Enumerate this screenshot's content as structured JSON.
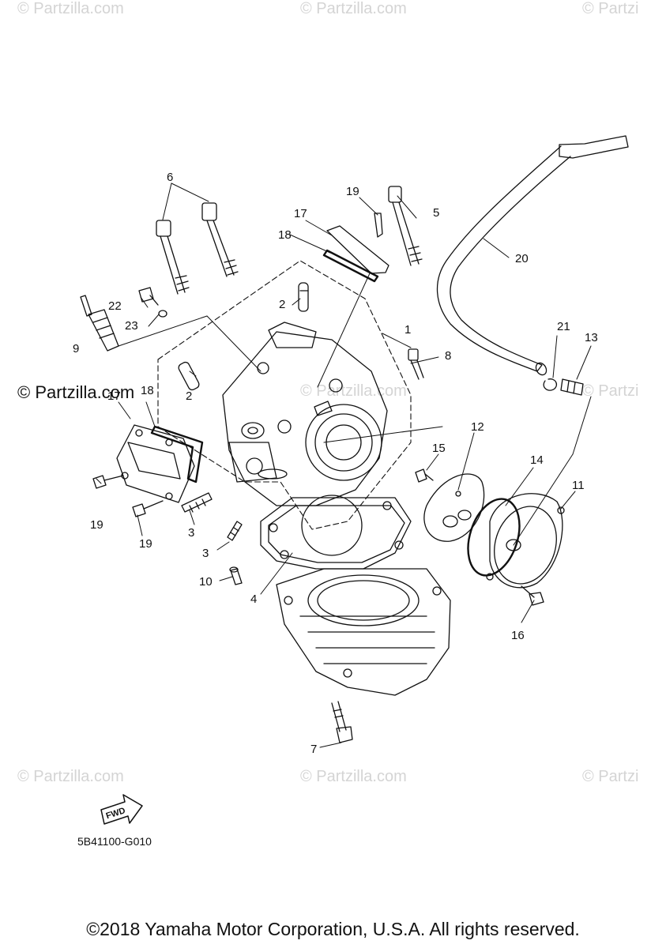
{
  "watermarks": {
    "top_left": "© Partzilla.com",
    "top_center": "© Partzilla.com",
    "top_right": "© Partzi",
    "mid_left": "© Partzilla.com",
    "mid_center": "© Partzilla.com",
    "mid_right": "© Partzi",
    "bottom_left": "© Partzilla.com",
    "bottom_center": "© Partzilla.com",
    "bottom_right": "© Partzi"
  },
  "callouts": {
    "c1": "1",
    "c2a": "2",
    "c2b": "2",
    "c3a": "3",
    "c3b": "3",
    "c4": "4",
    "c5": "5",
    "c6": "6",
    "c7": "7",
    "c8": "8",
    "c9": "9",
    "c10": "10",
    "c11": "11",
    "c12": "12",
    "c13": "13",
    "c14": "14",
    "c15": "15",
    "c16": "16",
    "c17a": "17",
    "c17b": "17",
    "c18a": "18",
    "c18b": "18",
    "c19a": "19",
    "c19b": "19",
    "c19c": "19",
    "c20": "20",
    "c21": "21",
    "c22": "22",
    "c23": "23"
  },
  "fwd_label": "FWD",
  "diagram_code": "5B41100-G010",
  "copyright": "©2018 Yamaha Motor Corporation, U.S.A. All rights reserved."
}
